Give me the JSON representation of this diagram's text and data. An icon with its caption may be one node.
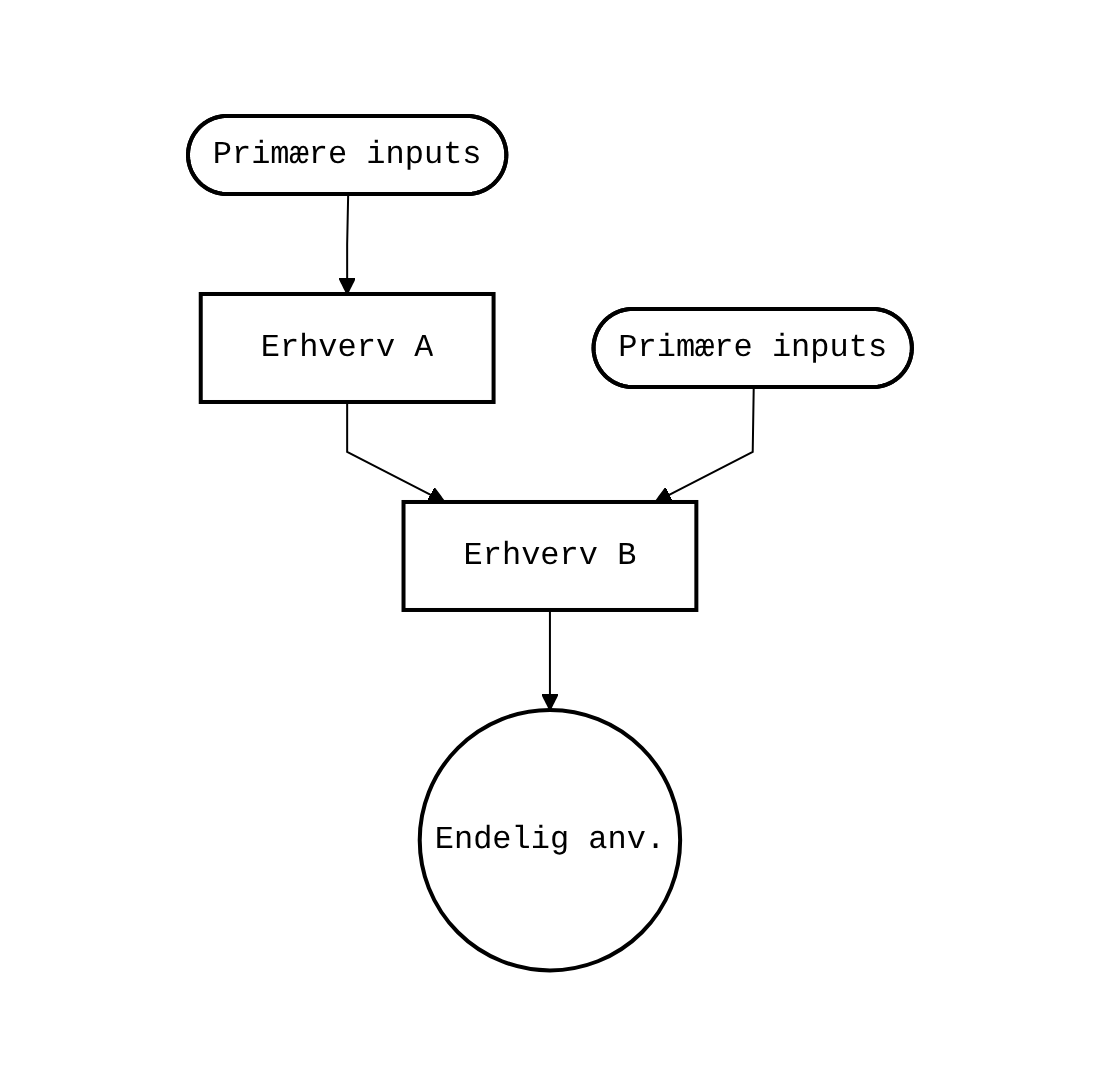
{
  "diagram": {
    "nodes": [
      {
        "text": [
          "Primære inputs"
        ]
      },
      {
        "text": [
          "Erhverv A"
        ]
      },
      {
        "text": [
          "Primære inputs"
        ]
      },
      {
        "text": [
          "Erhverv B"
        ]
      },
      {
        "text": [
          "Endelig anv."
        ]
      }
    ],
    "edges": [
      {
        "from": 0,
        "to": 1,
        "arrow": "to"
      },
      {
        "from": 1,
        "to": 3,
        "arrow": "to"
      },
      {
        "from": 2,
        "to": 3,
        "arrow": "to"
      },
      {
        "from": 3,
        "to": 4,
        "arrow": "to"
      }
    ]
  }
}
